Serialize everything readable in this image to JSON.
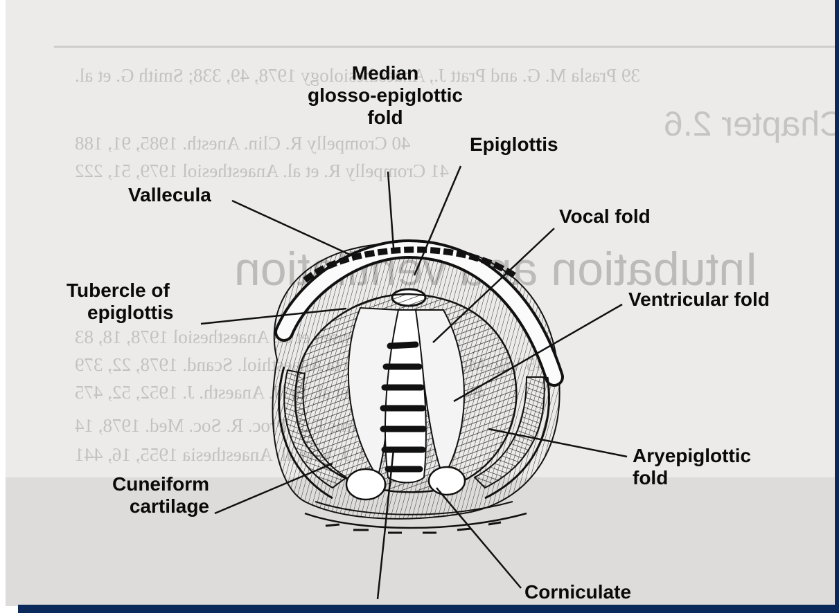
{
  "labels": {
    "median_line1": "Median",
    "median_line2": "glosso-epiglottic",
    "median_line3": "fold",
    "epiglottis": "Epiglottis",
    "vallecula": "Vallecula",
    "vocal_fold": "Vocal fold",
    "tubercle_line1": "Tubercle of",
    "tubercle_line2": "epiglottis",
    "ventricular_fold": "Ventricular fold",
    "aryepiglottic_line1": "Aryepiglottic",
    "aryepiglottic_line2": "fold",
    "cuneiform_line1": "Cuneiform",
    "cuneiform_line2": "cartilage",
    "corniculate": "Corniculate"
  },
  "colors": {
    "frame": "#0b2a5b",
    "ink": "#0a0a0a",
    "paper": "#ecebea"
  }
}
